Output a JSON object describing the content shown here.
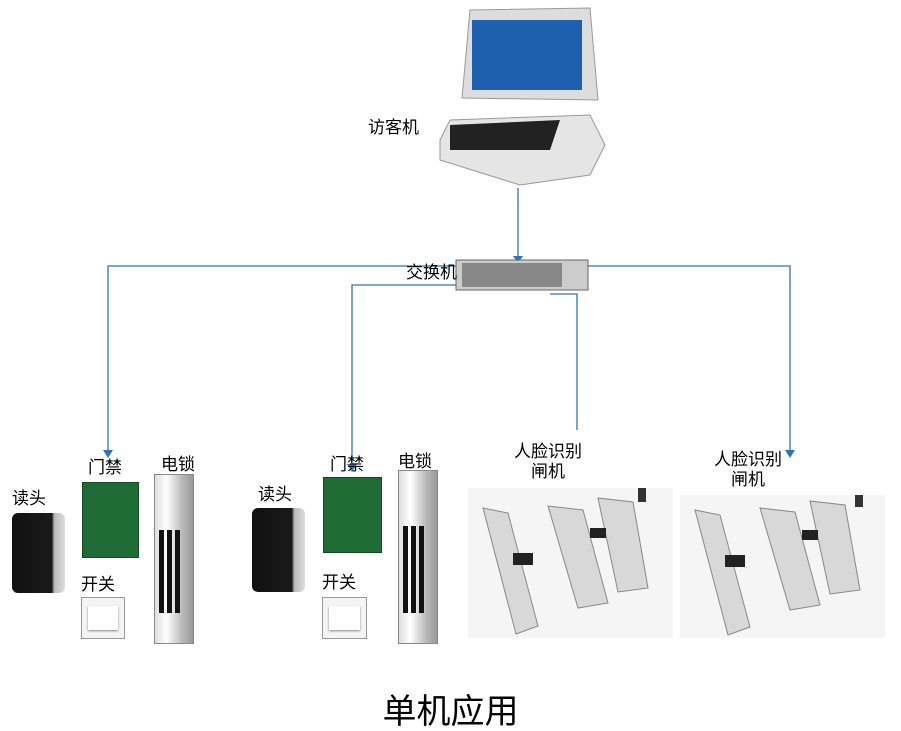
{
  "title": "单机应用",
  "nodes": {
    "kiosk": "访客机",
    "switch": "交换机",
    "group1": {
      "controller": "门禁",
      "lock": "电锁",
      "reader": "读头",
      "button": "开关"
    },
    "group2": {
      "controller": "门禁",
      "lock": "电锁",
      "reader": "读头",
      "button": "开关"
    },
    "gate1": {
      "line1": "人脸识别",
      "line2": "闸机"
    },
    "gate2": {
      "line1": "人脸识别",
      "line2": "闸机"
    }
  },
  "colors": {
    "connector": "#2e75b6"
  }
}
